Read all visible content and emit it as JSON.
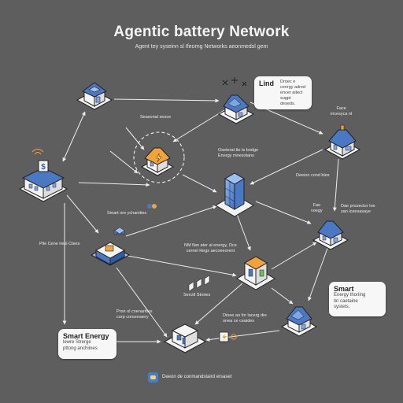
{
  "title": "Agentic battery Network",
  "subtitle": "Agent tey syseinn sl Ifeorng Networks aeonmedsl gem",
  "callouts": {
    "lind": {
      "heading": "Lind",
      "lines": "Droec e\ncenrgy adred\nencer aitect sugpt\ndeseds."
    },
    "smart_right": {
      "heading": "Smart",
      "lines": "Energy thoriing\ntin caetaine\nsystets."
    },
    "smart_energy": {
      "heading": "Smart Energy",
      "lines": "lewre Strerge\npttong anchiines"
    }
  },
  "labels": {
    "seasonal": "Seasonal seoce",
    "fac": "Face\nincesyca ol",
    "center": "Oseterat tle ts bodge\nEnergy mnesotans",
    "smart_ychan": "Smart ore ychanities",
    "design_cond": "Deeion cond bles",
    "fao_voegy": "Fao\nvoegy",
    "dae_prozector": "Dae prozector Ioe\nsan iceesasaye",
    "pie_cene": "Pile Cene lresl Ctees",
    "nm_fan": "NM flan ater al energy, Oce\ncernel Hegs aecoeeorent",
    "sercitl": "Sercitl Stretes",
    "pron": "Pron ol cnenarities\ncorp consonaery",
    "dinee": "Dinee ao for lacerg dre\nonea ce ceaides",
    "footer": "Deeon de conmandstaird ersaset"
  },
  "icons": [
    "battery-house-icon",
    "lightning-house-icon",
    "solar-house-top-icon",
    "energy-storage-house-icon",
    "dollar-office-icon",
    "glass-tower-icon",
    "solar-house-right-icon",
    "battery-module-icon",
    "charging-building-icon",
    "solar-house-bottom-icon",
    "battery-station-icon",
    "solar-cell-icon",
    "wifi-signal-icon",
    "charging-plug-icon",
    "energy-flow-icon",
    "solar-bars-icon",
    "lightning-badge-icon",
    "sparkle-icon"
  ],
  "colors": {
    "background": "#5e5e5e",
    "roof_blue": "#4a78c2",
    "accent_orange": "#f2a23a",
    "wall": "#f4f4f4",
    "line": "#ededed"
  }
}
